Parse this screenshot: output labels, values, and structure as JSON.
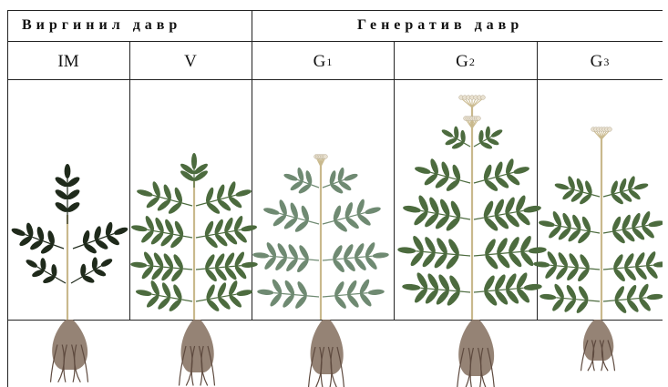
{
  "header": {
    "phases": [
      {
        "label": "Виргинил давр"
      },
      {
        "label": "Генератив давр"
      }
    ],
    "stages": [
      {
        "letter": "IM",
        "sub": ""
      },
      {
        "letter": "V",
        "sub": ""
      },
      {
        "letter": "G",
        "sub": "1"
      },
      {
        "letter": "G",
        "sub": "2"
      },
      {
        "letter": "G",
        "sub": "3"
      }
    ]
  },
  "colors": {
    "dark_leaf": "#1f2a1b",
    "green_leaf": "#4c6b3e",
    "pale_leaf": "#6f8a72",
    "stem": "#c9b98d",
    "root": "#8a7566",
    "root_dark": "#5e4a3f",
    "flower": "#e8e0cf"
  },
  "plants": [
    {
      "stage": "IM",
      "leaf_color": "dark_leaf",
      "description_icon": "juvenile-plant-icon"
    },
    {
      "stage": "V",
      "leaf_color": "green_leaf",
      "description_icon": "vegetative-plant-icon"
    },
    {
      "stage": "G1",
      "leaf_color": "pale_leaf",
      "description_icon": "early-generative-plant-icon"
    },
    {
      "stage": "G2",
      "leaf_color": "green_leaf",
      "description_icon": "mid-generative-plant-icon"
    },
    {
      "stage": "G3",
      "leaf_color": "green_leaf",
      "description_icon": "late-generative-plant-icon"
    }
  ]
}
